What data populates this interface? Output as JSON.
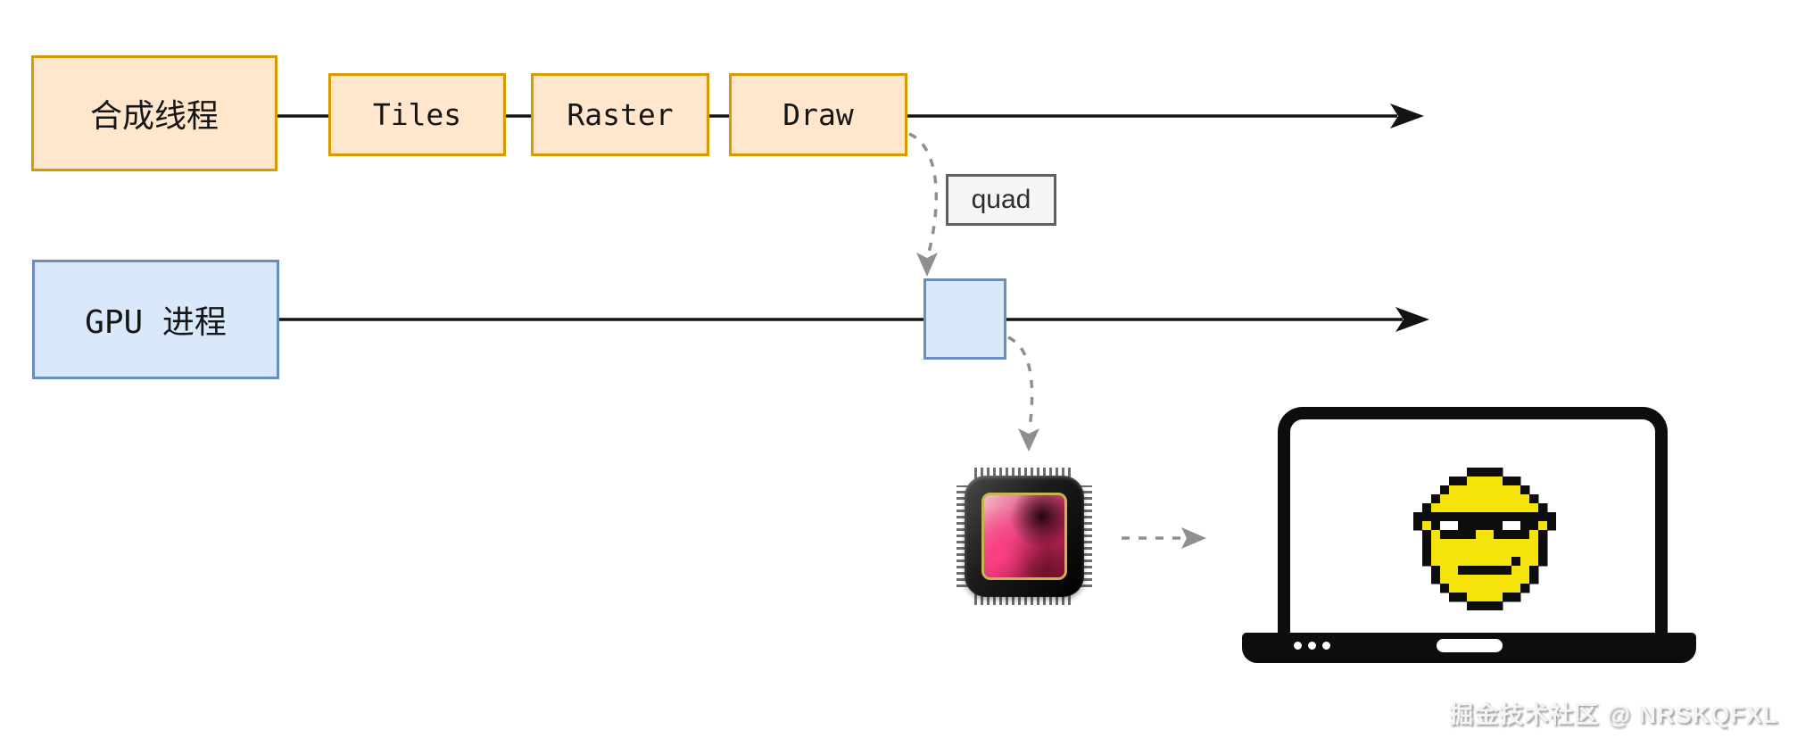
{
  "diagram": {
    "compositor_box": {
      "label": "合成线程"
    },
    "tiles_box": {
      "label": "Tiles"
    },
    "raster_box": {
      "label": "Raster"
    },
    "draw_box": {
      "label": "Draw"
    },
    "quad_box": {
      "label": "quad"
    },
    "gpu_process_box": {
      "label": "GPU 进程"
    },
    "gpu_timeline_slot": {
      "label": ""
    },
    "icons": {
      "gpu_chip": "gpu-chip-icon",
      "laptop": "laptop-icon",
      "screen_emoji": "sunglasses-emoji-icon"
    }
  },
  "watermark": {
    "text": "掘金技术社区 @ NRSKQFXL"
  },
  "colors": {
    "orange_fill": "#ffe6cc",
    "orange_border": "#d79b00",
    "blue_fill": "#dae8fc",
    "blue_border": "#6c8ebf",
    "quad_fill": "#f5f5f5",
    "quad_border": "#606060",
    "dashed_gray": "#8f8f8f",
    "line_black": "#141414",
    "emoji_yellow": "#f5e40a"
  }
}
